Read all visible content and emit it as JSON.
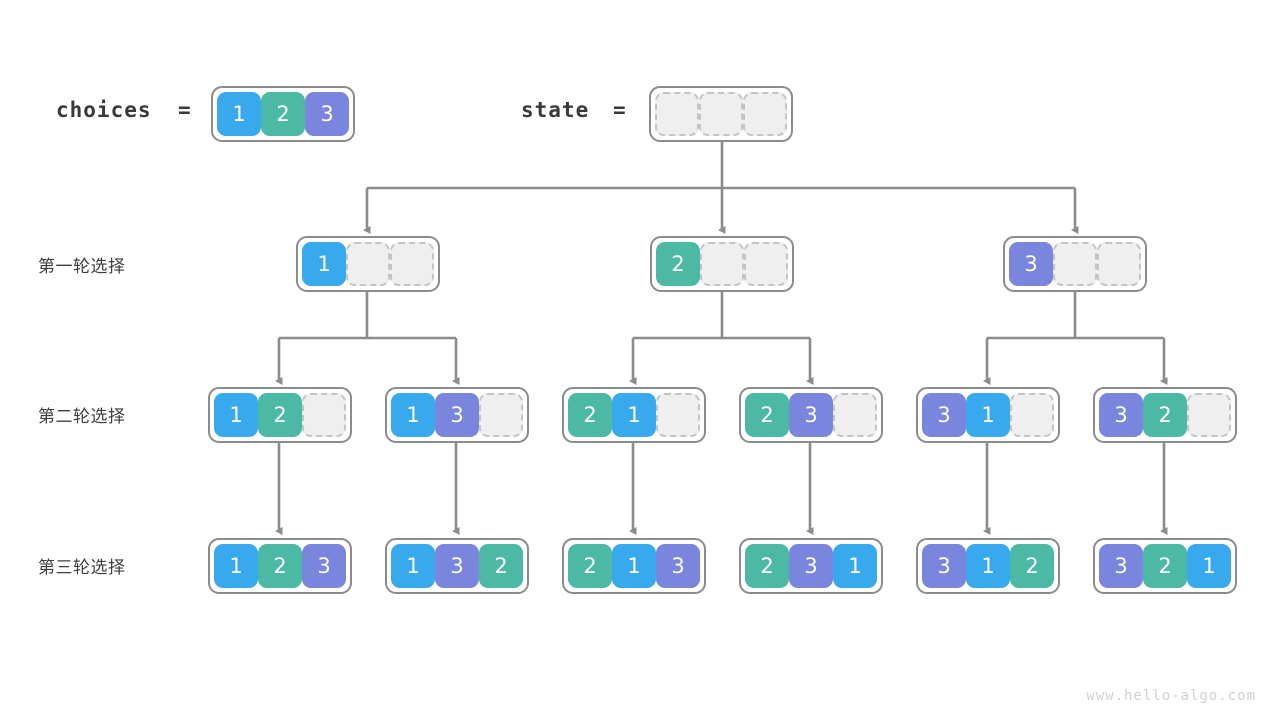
{
  "header": {
    "choices_label": "choices",
    "choices_eq": "=",
    "state_label": "state",
    "state_eq": "=",
    "choices_values": [
      1,
      2,
      3
    ],
    "state_values": [
      null,
      null,
      null
    ]
  },
  "rows": [
    {
      "label": "第一轮选择"
    },
    {
      "label": "第二轮选择"
    },
    {
      "label": "第三轮选择"
    }
  ],
  "colors": {
    "value_1": "#39a9ed",
    "value_2": "#4cb9a4",
    "value_3": "#7a85dd",
    "empty_cell": "#efefef",
    "empty_border": "#c4c4c4",
    "node_border": "#8c8c8c",
    "edge": "#8c8c8c",
    "text": "#3a3a3a",
    "watermark": "#d2d2d2",
    "background": "#ffffff"
  },
  "tree": {
    "root": {
      "values": [
        null,
        null,
        null
      ]
    },
    "level1": [
      {
        "values": [
          1,
          null,
          null
        ]
      },
      {
        "values": [
          2,
          null,
          null
        ]
      },
      {
        "values": [
          3,
          null,
          null
        ]
      }
    ],
    "level2": [
      {
        "values": [
          1,
          2,
          null
        ]
      },
      {
        "values": [
          1,
          3,
          null
        ]
      },
      {
        "values": [
          2,
          1,
          null
        ]
      },
      {
        "values": [
          2,
          3,
          null
        ]
      },
      {
        "values": [
          3,
          1,
          null
        ]
      },
      {
        "values": [
          3,
          2,
          null
        ]
      }
    ],
    "level3": [
      {
        "values": [
          1,
          2,
          3
        ]
      },
      {
        "values": [
          1,
          3,
          2
        ]
      },
      {
        "values": [
          2,
          1,
          3
        ]
      },
      {
        "values": [
          2,
          3,
          1
        ]
      },
      {
        "values": [
          3,
          1,
          2
        ]
      },
      {
        "values": [
          3,
          2,
          1
        ]
      }
    ]
  },
  "watermark": "www.hello-algo.com"
}
